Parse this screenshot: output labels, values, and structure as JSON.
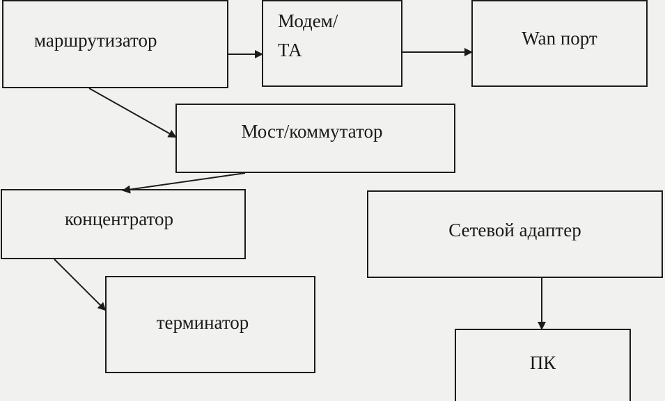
{
  "nodes": {
    "router": "маршрутизатор",
    "modem_line1": "Модем/",
    "modem_line2": "ТА",
    "wan": "Wan порт",
    "bridge": "Мост/коммутатор",
    "hub": "концентратор",
    "terminator": "терминатор",
    "adapter": "Сетевой адаптер",
    "pc": "ПК"
  },
  "edges": [
    {
      "from": "router",
      "to": "modem"
    },
    {
      "from": "modem",
      "to": "wan"
    },
    {
      "from": "router",
      "to": "bridge"
    },
    {
      "from": "bridge",
      "to": "hub"
    },
    {
      "from": "hub",
      "to": "terminator"
    },
    {
      "from": "adapter",
      "to": "pc"
    }
  ],
  "colors": {
    "line": "#1c1c1c",
    "background": "#f1f1ef"
  }
}
